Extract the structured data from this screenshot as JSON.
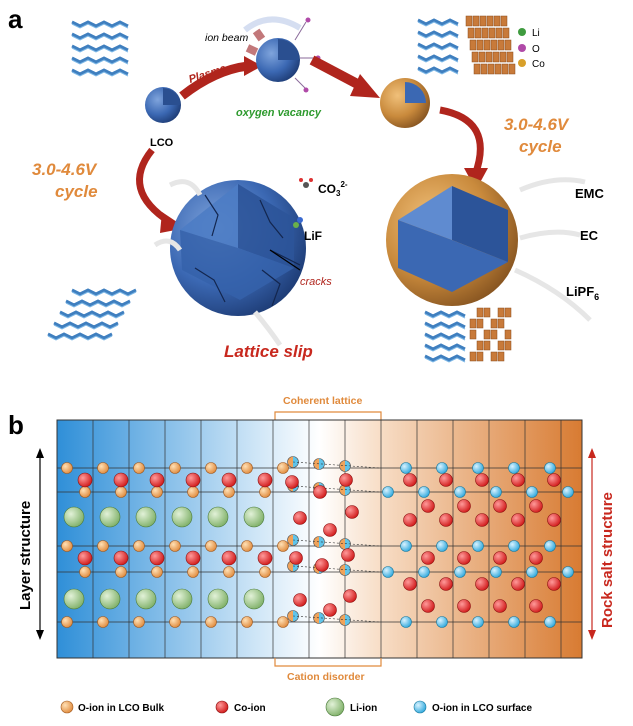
{
  "panel_a": {
    "label": "a",
    "legend": [
      {
        "symbol": "Li",
        "color": "#3f9b3f"
      },
      {
        "symbol": "O",
        "color": "#b04aa8"
      },
      {
        "symbol": "Co",
        "color": "#d8a02a"
      }
    ],
    "ion_beam": "ion beam",
    "plasma": "Plasma",
    "oxygen_vacancy": "oxygen vacancy",
    "lco": "LCO",
    "cycle_left": {
      "line1": "3.0-4.6V",
      "line2": "cycle"
    },
    "cycle_right": {
      "line1": "3.0-4.6V",
      "line2": "cycle"
    },
    "co3": {
      "base": "CO",
      "sub": "3",
      "sup": "2-"
    },
    "lif": "LiF",
    "cracks": "cracks",
    "lattice_slip": "Lattice slip",
    "emc": "EMC",
    "ec": "EC",
    "lipf6": {
      "base": "LiPF",
      "sub": "6"
    }
  },
  "panel_b": {
    "label": "b",
    "coherent_lattice": "Coherent lattice",
    "cation_disorder": "Cation disorder",
    "layer_structure": "Layer structure",
    "rock_salt_structure": "Rock salt structure",
    "legend": [
      {
        "text": "O-ion in LCO Bulk",
        "color": "#f0a35a"
      },
      {
        "text": "Co-ion",
        "color": "#e03030"
      },
      {
        "text": "Li-ion",
        "color": "#a8cf96"
      },
      {
        "text": "O-ion in LCO surface",
        "color": "#5fc4ea"
      }
    ]
  },
  "colors": {
    "arrow_red": "#b0251d",
    "orange_text": "#e08a3c",
    "green_text": "#2e9a2e",
    "blue_sphere": "#3a66b0",
    "shell": "#c98a3c"
  }
}
